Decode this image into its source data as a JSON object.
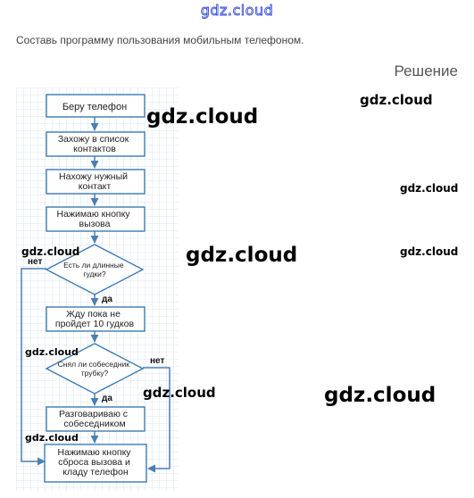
{
  "header": {
    "logo": "gdz.cloud"
  },
  "task_text": "Составь программу пользования мобильным телефоном.",
  "solution_label": "Решение",
  "watermark": "gdz.cloud",
  "flowchart": {
    "steps": [
      [
        "Беру телефон"
      ],
      [
        "Захожу в список",
        "контактов"
      ],
      [
        "Нахожу нужный",
        "контакт"
      ],
      [
        "Нажимаю кнопку",
        "вызова"
      ],
      [
        "Есть ли длинные",
        "гудки?"
      ],
      [
        "Жду пока не",
        "пройдет 10 гудков"
      ],
      [
        "Снял ли собеседник",
        "трубку?"
      ],
      [
        "Разговариваю с",
        "собеседником"
      ],
      [
        "Нажимаю кнопку",
        "сброса вызова и",
        "кладу телефон"
      ]
    ],
    "yes_label": "да",
    "no_label": "нет"
  },
  "colors": {
    "box_border": "#3c7ab4",
    "arrow": "#4a7fb2",
    "grid": "#cfe0f3",
    "logo_outline": "#3b4fd8"
  }
}
